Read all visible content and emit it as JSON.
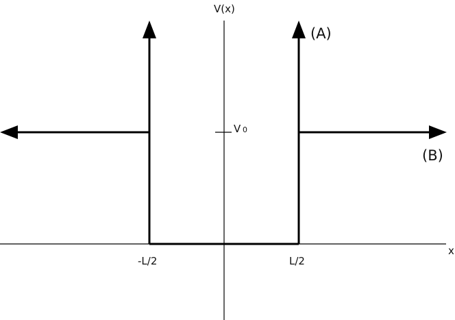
{
  "labels": {
    "y_axis": "V(x)",
    "x_axis": "x",
    "left_edge": "-L/2",
    "right_edge": "L/2",
    "potential_main": "V",
    "potential_sub": "0",
    "curve_a": "(A)",
    "curve_b": "(B)"
  },
  "colors": {
    "ink": "#000000",
    "background": "#ffffff"
  }
}
